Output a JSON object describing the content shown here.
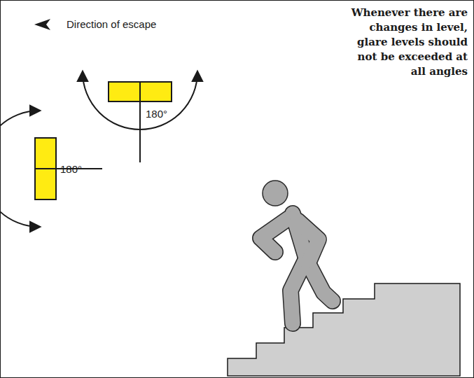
{
  "diagram": {
    "labels": [
      "Direction of escape",
      "180°",
      "180°",
      "Whenever there are changes in level, glare levels should not be exceeded at all angles"
    ]
  }
}
